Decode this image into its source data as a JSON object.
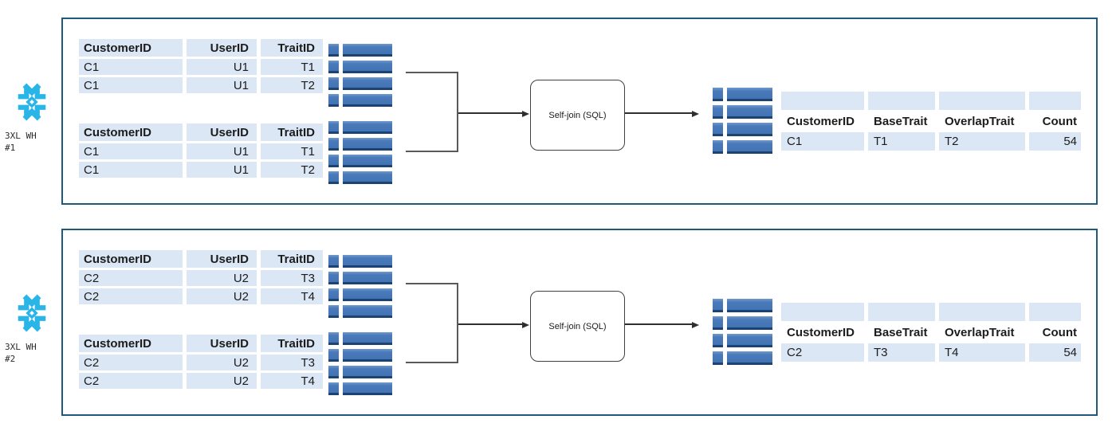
{
  "colors": {
    "snowflake_cyan": "#29b5e8",
    "bar_blue": "#4273b4",
    "bar_blue_dark": "#1d4373",
    "cell_light_blue": "#dbe7f5",
    "panel_border_blue": "#1e5a7d",
    "connector_gray": "#595959",
    "arrow_dark": "#2f2f2f"
  },
  "icons": {
    "warehouse": "snowflake-icon",
    "table_data": "table-rows-icon",
    "flow": "right-arrow"
  },
  "diagram": {
    "panels": [
      {
        "warehouse": {
          "line1": "3XL WH",
          "line2": "#1"
        },
        "input_table_headers": [
          "CustomerID",
          "UserID",
          "TraitID"
        ],
        "input_tables": [
          {
            "rows": [
              [
                "C1",
                "U1",
                "T1"
              ],
              [
                "C1",
                "U1",
                "T2"
              ]
            ]
          },
          {
            "rows": [
              [
                "C1",
                "U1",
                "T1"
              ],
              [
                "C1",
                "U1",
                "T2"
              ]
            ]
          }
        ],
        "process": {
          "label": "Self-join (SQL)"
        },
        "result_table": {
          "headers": [
            "CustomerID",
            "BaseTrait",
            "OverlapTrait",
            "Count"
          ],
          "rows": [
            [
              "C1",
              "T1",
              "T2",
              "54"
            ]
          ]
        }
      },
      {
        "warehouse": {
          "line1": "3XL WH",
          "line2": "#2"
        },
        "input_table_headers": [
          "CustomerID",
          "UserID",
          "TraitID"
        ],
        "input_tables": [
          {
            "rows": [
              [
                "C2",
                "U2",
                "T3"
              ],
              [
                "C2",
                "U2",
                "T4"
              ]
            ]
          },
          {
            "rows": [
              [
                "C2",
                "U2",
                "T3"
              ],
              [
                "C2",
                "U2",
                "T4"
              ]
            ]
          }
        ],
        "process": {
          "label": "Self-join (SQL)"
        },
        "result_table": {
          "headers": [
            "CustomerID",
            "BaseTrait",
            "OverlapTrait",
            "Count"
          ],
          "rows": [
            [
              "C2",
              "T3",
              "T4",
              "54"
            ]
          ]
        }
      }
    ]
  }
}
